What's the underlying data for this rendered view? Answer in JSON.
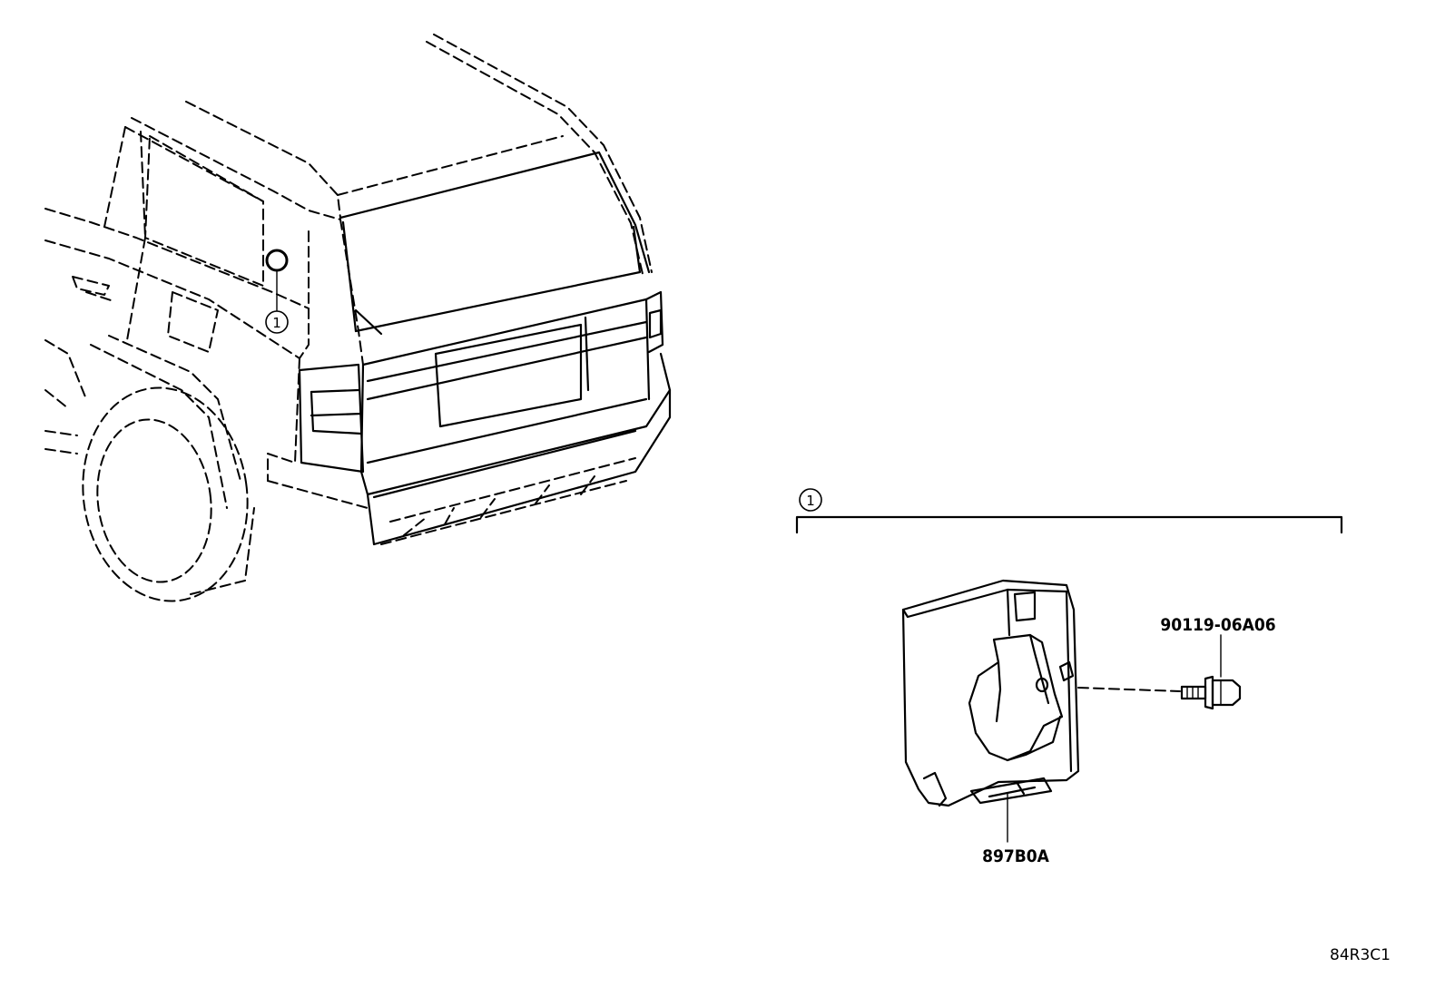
{
  "callouts": {
    "vehicle_ref": "1",
    "group_ref": "1"
  },
  "parts": {
    "module_part_no": "897B0A",
    "bolt_part_no": "90119-06A06"
  },
  "illustration_code": "84R3C1"
}
